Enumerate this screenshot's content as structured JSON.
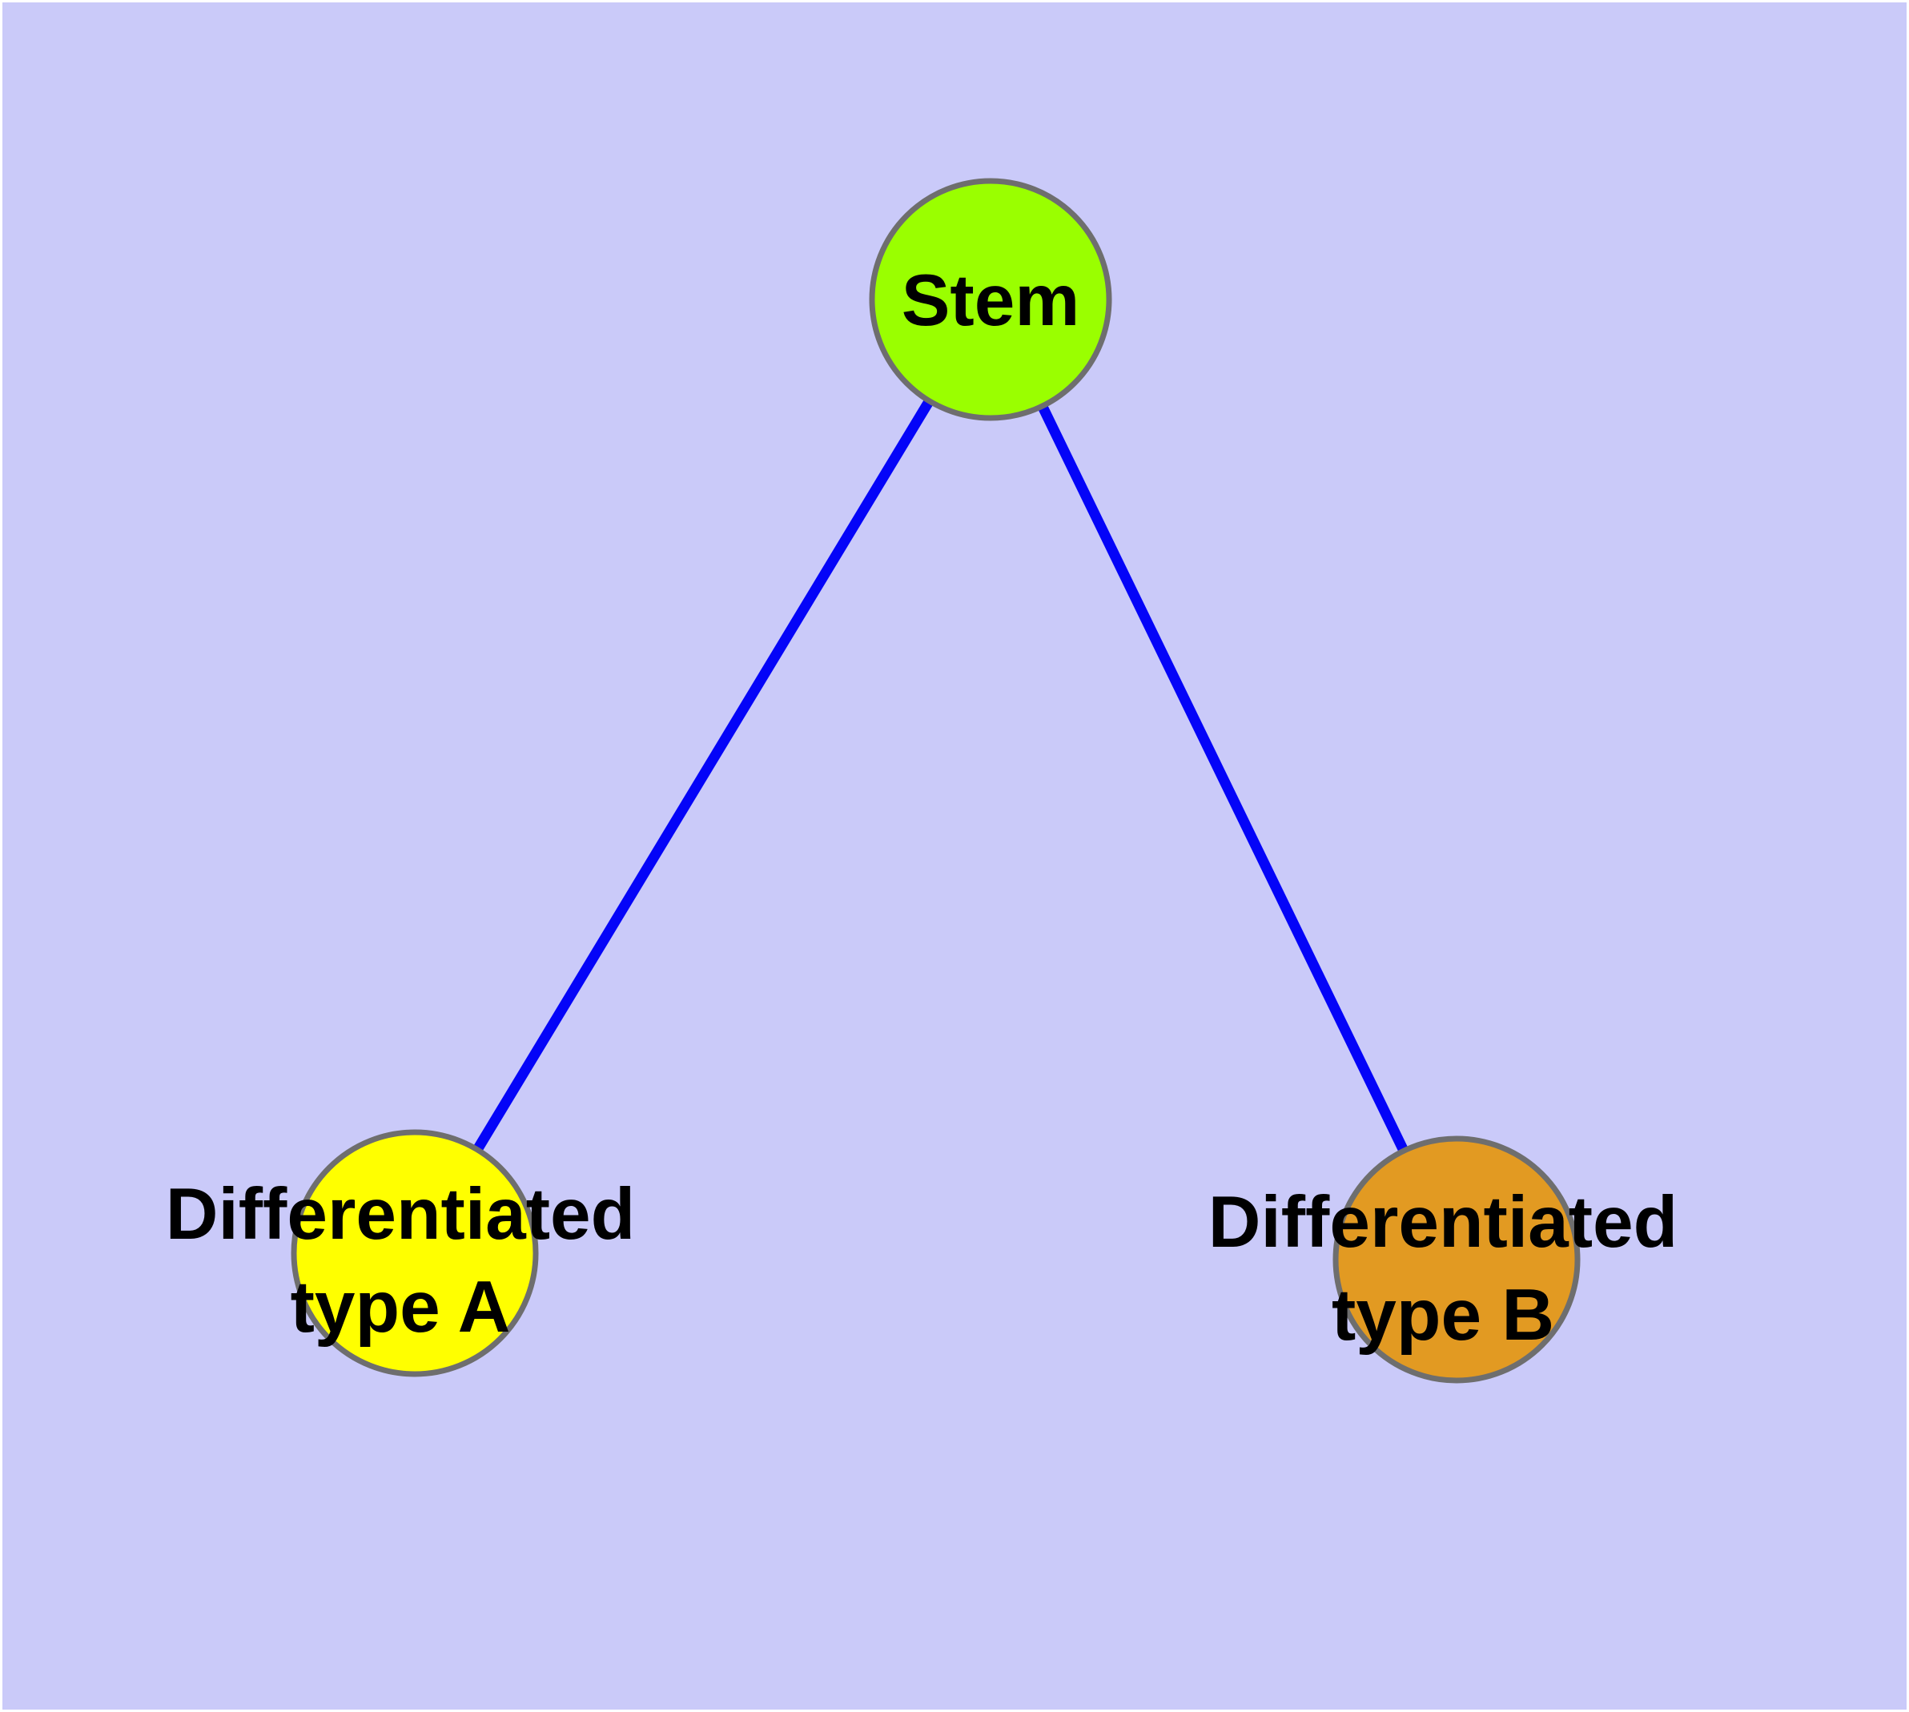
{
  "diagram": {
    "type": "graph",
    "background_color": "#CACAF9",
    "frame_color": "#FFFFFF",
    "edge_color": "#0404F8",
    "node_border_color": "#6E6E6E",
    "label_color": "#000000",
    "nodes": [
      {
        "id": "stem",
        "label": "Stem",
        "fill_color": "#9AFF00"
      },
      {
        "id": "differentiated-type-a",
        "label_lines": [
          "Differentiated",
          "type A"
        ],
        "fill_color": "#FFFF00"
      },
      {
        "id": "differentiated-type-b",
        "label_lines": [
          "Differentiated",
          "type B"
        ],
        "fill_color": "#E29A22"
      }
    ],
    "edges": [
      {
        "from": "Stem",
        "to": "Differentiated type A"
      },
      {
        "from": "Stem",
        "to": "Differentiated type B"
      }
    ]
  }
}
